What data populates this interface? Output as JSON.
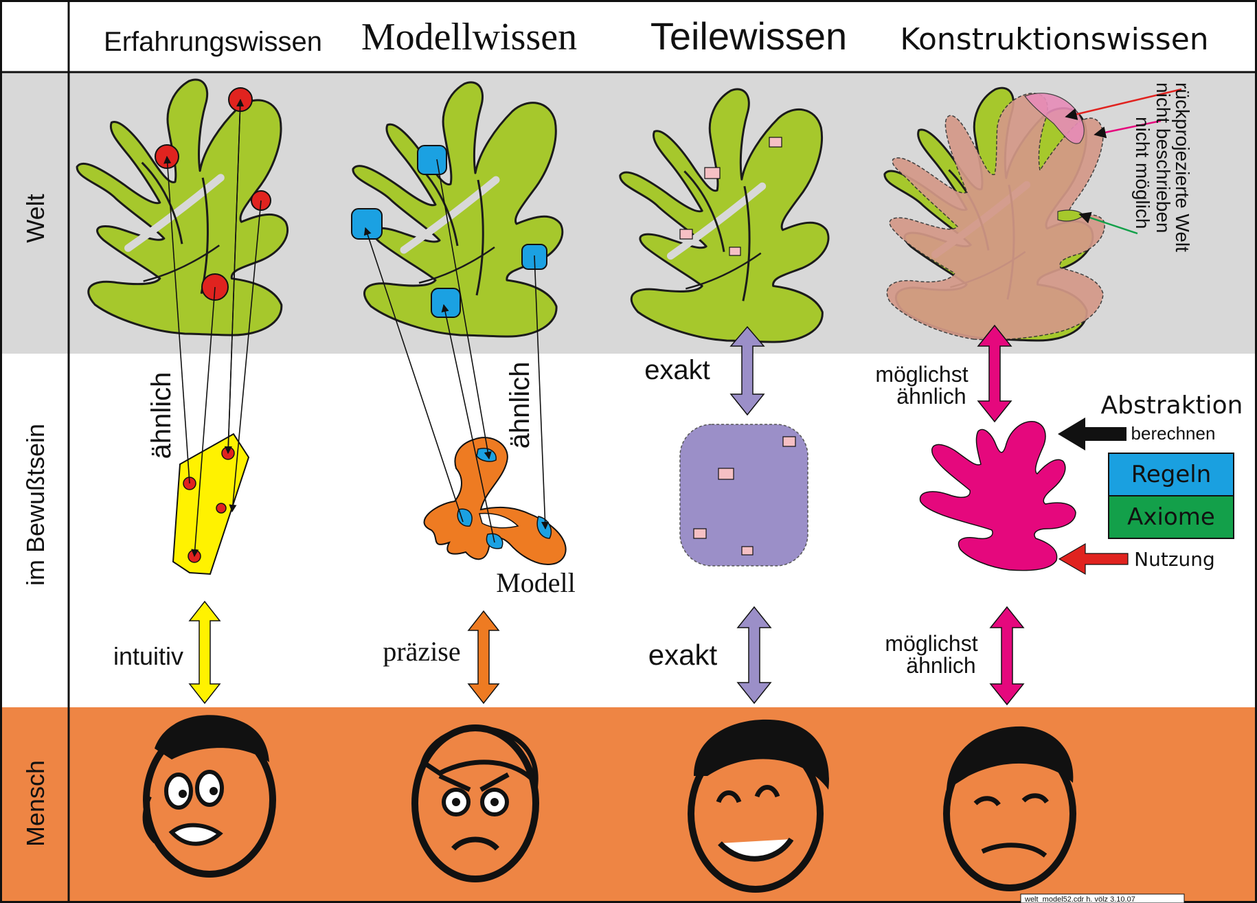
{
  "columns": [
    {
      "title": "Erfahrungswissen"
    },
    {
      "title": "Modellwissen"
    },
    {
      "title": "Teilewissen"
    },
    {
      "title": "Konstruktionswissen"
    }
  ],
  "rows": {
    "world": "Welt",
    "mind": "im Bewußtsein",
    "human": "Mensch"
  },
  "labels": {
    "c1_similar": "ähnlich",
    "c1_intuitive": "intuitiv",
    "c2_similar": "ähnlich",
    "c2_model": "Modell",
    "c2_precise": "präzise",
    "c3_exact_top": "exakt",
    "c3_exact_bottom": "exakt",
    "c4_similar_top_1": "möglichst",
    "c4_similar_top_2": "ähnlich",
    "c4_similar_bottom_1": "möglichst",
    "c4_similar_bottom_2": "ähnlich",
    "abstraction": "Abstraktion",
    "compute": "berechnen",
    "rules": "Regeln",
    "axioms": "Axiome",
    "usage": "Nutzung",
    "legend_back": "rückprojezierte Welt",
    "legend_undescribed": "nicht beschrieben",
    "legend_impossible": "nicht möglich",
    "footer": "welt_model52.cdr   h. völz   3.10.07"
  },
  "colors": {
    "world_band": "#d8d8d8",
    "mind_band": "#ffffff",
    "human_band": "#ee8544",
    "leaf_green": "#a6c82c",
    "red_point": "#e0231f",
    "blue_point": "#1ba1e2",
    "yellow_shape": "#fff200",
    "orange_shape": "#ee7b22",
    "lavender_shape": "#9b8fc8",
    "pink_rect": "#f6c0c4",
    "magenta": "#e5087d",
    "rules_blue": "#1aa0e0",
    "axioms_green": "#13a04a"
  }
}
